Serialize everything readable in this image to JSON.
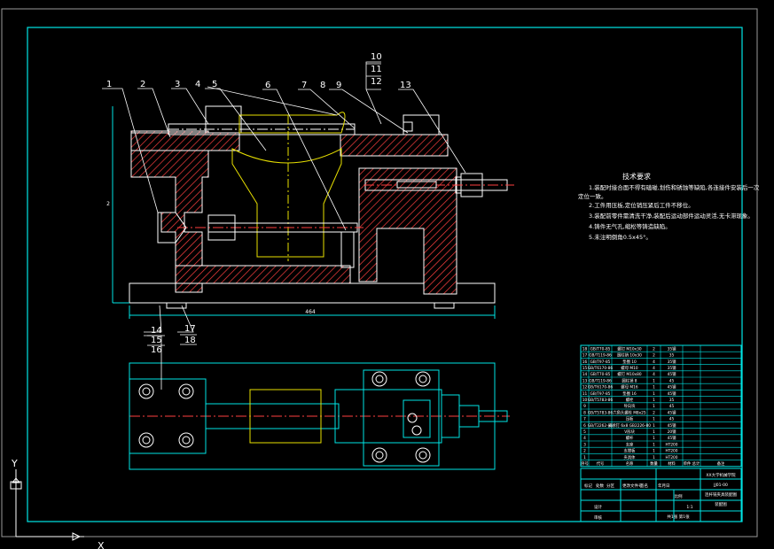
{
  "drawing": {
    "part_balloons": [
      "1",
      "2",
      "3",
      "4",
      "5",
      "6",
      "7",
      "8",
      "9",
      "10",
      "11",
      "12",
      "13",
      "14",
      "15",
      "16",
      "17",
      "18"
    ],
    "dimension_labels": {
      "overall_length": "464",
      "overall_height": "2"
    },
    "technical_requirements": {
      "title": "技术要求",
      "lines": [
        "1.装配时接合面不得有磕碰,划伤和锈蚀等缺陷,各连接件安装后一次",
        "定位一致。",
        "2.工件用压板,定位销压紧后工件不移位。",
        "3.装配前零件需清洗干净,装配后运动部件运动灵活,无卡滞现象。",
        "4.铸件无气孔,缩松等铸造缺陷。",
        "5.未注明倒角0.5x45°。"
      ]
    },
    "parts_list": {
      "rows": [
        {
          "no": "18",
          "code": "GB/T70-85",
          "name": "螺钉 M10x30",
          "qty": "2",
          "material": "35钢"
        },
        {
          "no": "17",
          "code": "GB/T119-86",
          "name": "圆柱销 10x30",
          "qty": "2",
          "material": "35"
        },
        {
          "no": "16",
          "code": "GB/T97-85",
          "name": "垫圈 10",
          "qty": "4",
          "material": "35钢"
        },
        {
          "no": "15",
          "code": "GB/T6170-86",
          "name": "螺母 M10",
          "qty": "4",
          "material": "35钢"
        },
        {
          "no": "14",
          "code": "GB/T70-85",
          "name": "螺钉 M10x80",
          "qty": "4",
          "material": "45钢"
        },
        {
          "no": "13",
          "code": "GB/T119-86",
          "name": "圆柱销 8",
          "qty": "1",
          "material": "45"
        },
        {
          "no": "12",
          "code": "GB/T6170-86",
          "name": "螺母 M16",
          "qty": "1",
          "material": "45钢"
        },
        {
          "no": "11",
          "code": "GB/T97-85",
          "name": "垫圈 16",
          "qty": "1",
          "material": "45钢"
        },
        {
          "no": "10",
          "code": "GB/T5783-86",
          "name": "螺栓",
          "qty": "1",
          "material": "35"
        },
        {
          "no": "9",
          "code": "",
          "name": "导向块",
          "qty": "1",
          "material": "45"
        },
        {
          "no": "8",
          "code": "GB/T5783-86",
          "name": "六角头螺栓 M8x25",
          "qty": "2",
          "material": "45钢"
        },
        {
          "no": "7",
          "code": "",
          "name": "压板",
          "qty": "1",
          "material": "45"
        },
        {
          "no": "6",
          "code": "GB/T2262-86",
          "name": "支承钉 6x8 GB2226-80",
          "qty": "1",
          "material": "45钢"
        },
        {
          "no": "5",
          "code": "",
          "name": "V形块",
          "qty": "1",
          "material": "20钢"
        },
        {
          "no": "4",
          "code": "",
          "name": "螺杆",
          "qty": "1",
          "material": "45钢"
        },
        {
          "no": "3",
          "code": "",
          "name": "支座",
          "qty": "1",
          "material": "HT200"
        },
        {
          "no": "2",
          "code": "",
          "name": "支撑板",
          "qty": "1",
          "material": "HT200"
        },
        {
          "no": "1",
          "code": "",
          "name": "夹具体",
          "qty": "1",
          "material": "HT200"
        }
      ],
      "header": {
        "no": "序号",
        "code": "代号",
        "name": "名称",
        "qty": "数量",
        "material": "材料",
        "weight": "单件 总计",
        "note": "备注"
      }
    },
    "title_block": {
      "school": "XX大学机械学院",
      "drawing_no": "JJ01-00",
      "title": "连杆铣夹具装配图",
      "subtitle": "装配图",
      "scale_label": "比例",
      "scale": "1:1",
      "sheet": "共1张 第1张",
      "designer": "设计",
      "checker": "审核",
      "labels": [
        "标记",
        "处数",
        "分区",
        "更改文件号",
        "签名",
        "年月日"
      ]
    },
    "ucs_axes": {
      "y": "Y",
      "x": "X"
    }
  },
  "colors": {
    "background": "#000000",
    "border": "#00e5e5",
    "outline": "#ffffff",
    "workpiece": "#e8e000",
    "hatch": "#ff4040"
  }
}
